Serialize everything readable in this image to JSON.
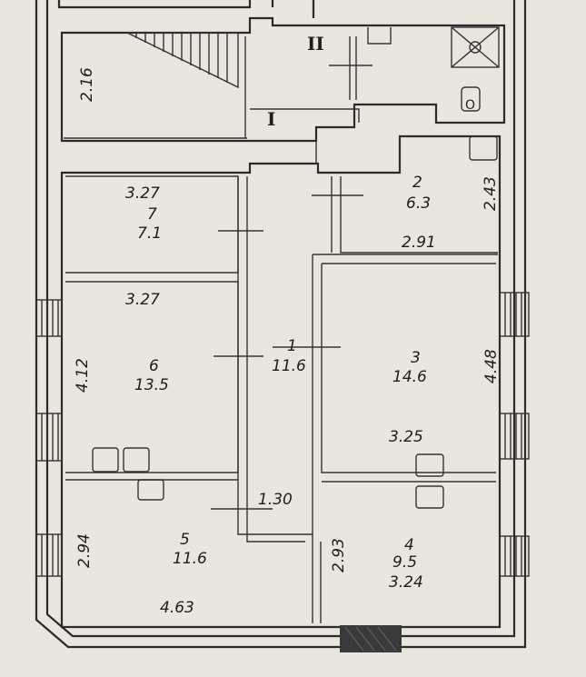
{
  "corridors": [
    {
      "id": "I",
      "label": "I"
    },
    {
      "id": "II",
      "label": "II"
    }
  ],
  "rooms": [
    {
      "id": "room-1",
      "number": "1",
      "area": "11.6"
    },
    {
      "id": "room-2",
      "number": "2",
      "area": "6.3"
    },
    {
      "id": "room-3",
      "number": "3",
      "area": "14.6"
    },
    {
      "id": "room-4",
      "number": "4",
      "area": "9.5"
    },
    {
      "id": "room-5",
      "number": "5",
      "area": "11.6"
    },
    {
      "id": "room-6",
      "number": "6",
      "area": "13.5"
    },
    {
      "id": "room-7",
      "number": "7",
      "area": "7.1"
    }
  ],
  "dimensions": {
    "d_2_16": "2.16",
    "d_3_27_top": "3.27",
    "d_3_27_mid": "3.27",
    "d_2_43": "2.43",
    "d_2_91": "2.91",
    "d_4_12": "4.12",
    "d_4_48": "4.48",
    "d_3_25": "3.25",
    "d_1_30": "1.30",
    "d_2_94": "2.94",
    "d_2_93": "2.93",
    "d_3_24": "3.24",
    "d_4_63": "4.63"
  },
  "fixtures": {
    "toilet_label": "O"
  }
}
